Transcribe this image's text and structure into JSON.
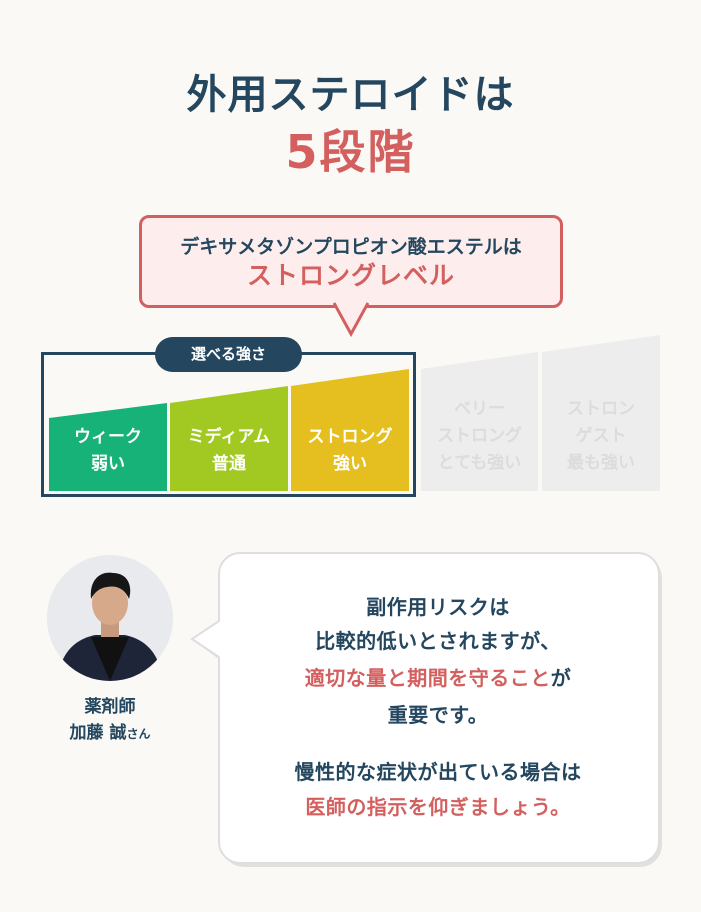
{
  "header": {
    "title_line1": "外用ステロイドは",
    "title_line2": "5段階"
  },
  "callout": {
    "line1": "デキサメタゾンプロピオン酸エステルは",
    "line2": "ストロングレベル"
  },
  "strength_scale": {
    "selectable_label": "選べる強さ",
    "levels": [
      {
        "line1": "ウィーク",
        "line2": "弱い",
        "line3": "",
        "color": "#16b277",
        "selectable": true
      },
      {
        "line1": "ミディアム",
        "line2": "普通",
        "line3": "",
        "color": "#a1c922",
        "selectable": true
      },
      {
        "line1": "ストロング",
        "line2": "強い",
        "line3": "",
        "color": "#e5bf1f",
        "selectable": true
      },
      {
        "line1": "ベリー",
        "line2": "ストロング",
        "line3": "とても強い",
        "color": "#ededed",
        "selectable": false
      },
      {
        "line1": "ストロン",
        "line2": "ゲスト",
        "line3": "最も強い",
        "color": "#ededed",
        "selectable": false
      }
    ]
  },
  "expert": {
    "role": "薬剤師",
    "name": "加藤 誠",
    "honorific": "さん"
  },
  "bubble": {
    "p1_line1": "副作用リスクは",
    "p1_line2": "比較的低いとされますが、",
    "p1_line3_highlight": "適切な量と期間を守ること",
    "p1_line3_rest": "が",
    "p1_line4": "重要です。",
    "p2_line1": "慢性的な症状が出ている場合は",
    "p2_line2_highlight": "医師の指示を仰ぎましょう。"
  },
  "colors": {
    "navy": "#24475f",
    "accent_red": "#d45f5f",
    "background": "#faf9f5"
  }
}
